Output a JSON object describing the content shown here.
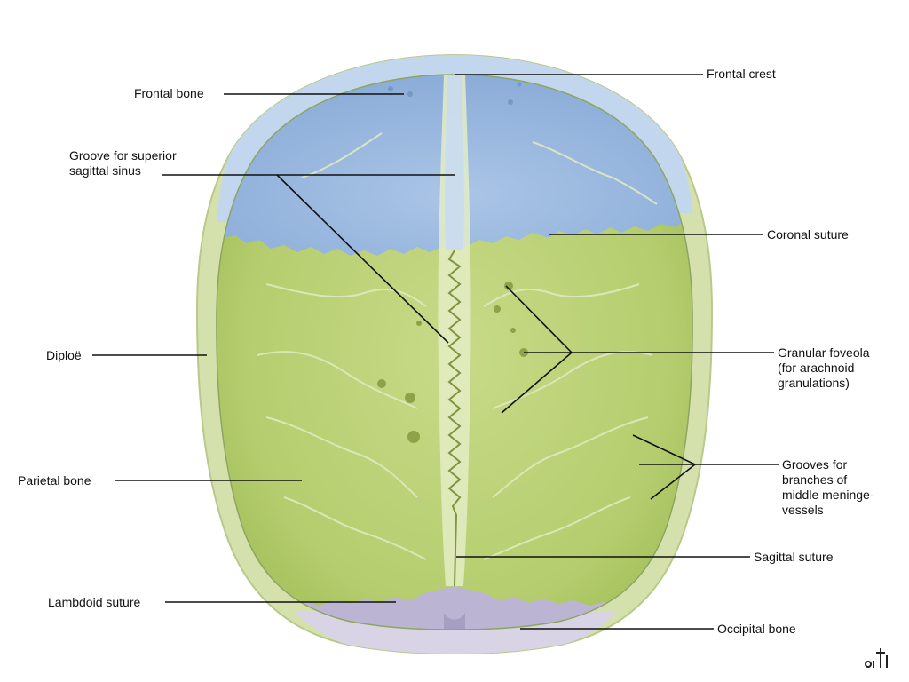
{
  "labels": {
    "frontal_crest": [
      "Frontal crest"
    ],
    "frontal_bone": [
      "Frontal bone"
    ],
    "groove_superior_sagittal": [
      "Groove for superior",
      "sagittal sinus"
    ],
    "coronal_suture": [
      "Coronal suture"
    ],
    "granular_foveola": [
      "Granular foveola",
      "(for arachnoid",
      "granulations)"
    ],
    "diploe": [
      "Diploë"
    ],
    "grooves_meningeal": [
      "Grooves for",
      "branches of",
      "middle meninge-",
      "vessels"
    ],
    "parietal_bone": [
      "Parietal bone"
    ],
    "sagittal_suture": [
      "Sagittal suture"
    ],
    "lambdoid_suture": [
      "Lambdoid suture"
    ],
    "occipital_bone": [
      "Occipital bone"
    ]
  },
  "colors": {
    "frontal": "#9ab8de",
    "parietal": "#b7cf73",
    "occipital": "#bdb6d4",
    "diploe_rim_green": "#d6e3b0",
    "diploe_rim_blue": "#c4d7ee",
    "groove": "#e8f0c8",
    "leader": "#111111"
  }
}
